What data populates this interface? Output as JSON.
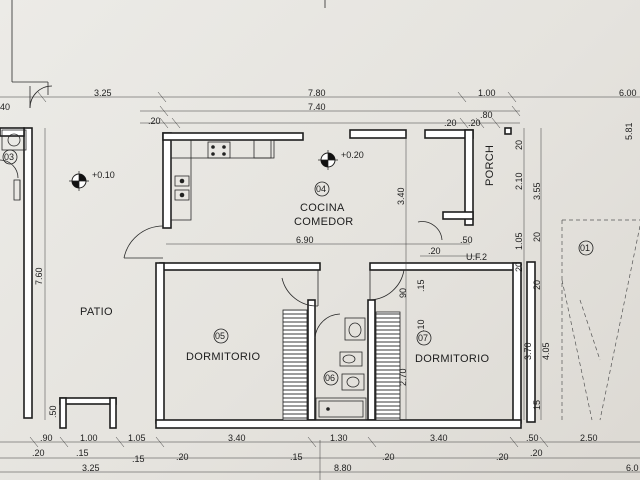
{
  "rooms": {
    "patio": "PATIO",
    "cocina": "COCINA",
    "comedor": "COMEDOR",
    "porch": "PORCH",
    "dorm_left": "DORMITORIO",
    "dorm_right": "DORMITORIO",
    "uf": "U.F.2"
  },
  "room_numbers": {
    "n03": "03",
    "n04": "04",
    "n05": "05",
    "n06": "06",
    "n07": "07",
    "n01": "01"
  },
  "levels": {
    "patio": "+0.10",
    "cocina": "+0.20"
  },
  "dimensions": {
    "top_325": "3.25",
    "top_780": "7.80",
    "top_100": "1.00",
    "top_600": "6.00",
    "top_740": "7.40",
    "top_20a": ".20",
    "top_20b": ".20",
    "top_80": ".80",
    "top_20c": ".20",
    "top_40": "40",
    "right_581": "5.81",
    "v_20a": "20",
    "v_210": "2.10",
    "v_355": "3.55",
    "v_20b": "20",
    "v_105": "1.05",
    "v_20c": "20",
    "v_20d": "20",
    "v_370": "3.70",
    "v_405": "4.05",
    "v_15a": "15",
    "v_340": "3.40",
    "v_760": "7.60",
    "mid_690": "6.90",
    "mid_20": ".20",
    "mid_50": ".50",
    "v_90": "90",
    "v_15b": ".15",
    "v_10": ".10",
    "v_270": "2.70",
    "v_50": ".50",
    "bot_90": ".90",
    "bot_100": "1.00",
    "bot_105": "1.05",
    "bot_340a": "3.40",
    "bot_130": "1.30",
    "bot_340b": "3.40",
    "bot_50": ".50",
    "bot_250": "2.50",
    "bot_20a": ".20",
    "bot_15a": ".15",
    "bot_15b": ".15",
    "bot_20b": ".20",
    "bot_15c": ".15",
    "bot_20c": ".20",
    "bot_20d": ".20",
    "bot_20e": ".20",
    "bot_325": "3.25",
    "bot_880": "8.80",
    "bot_600": "6.0"
  }
}
